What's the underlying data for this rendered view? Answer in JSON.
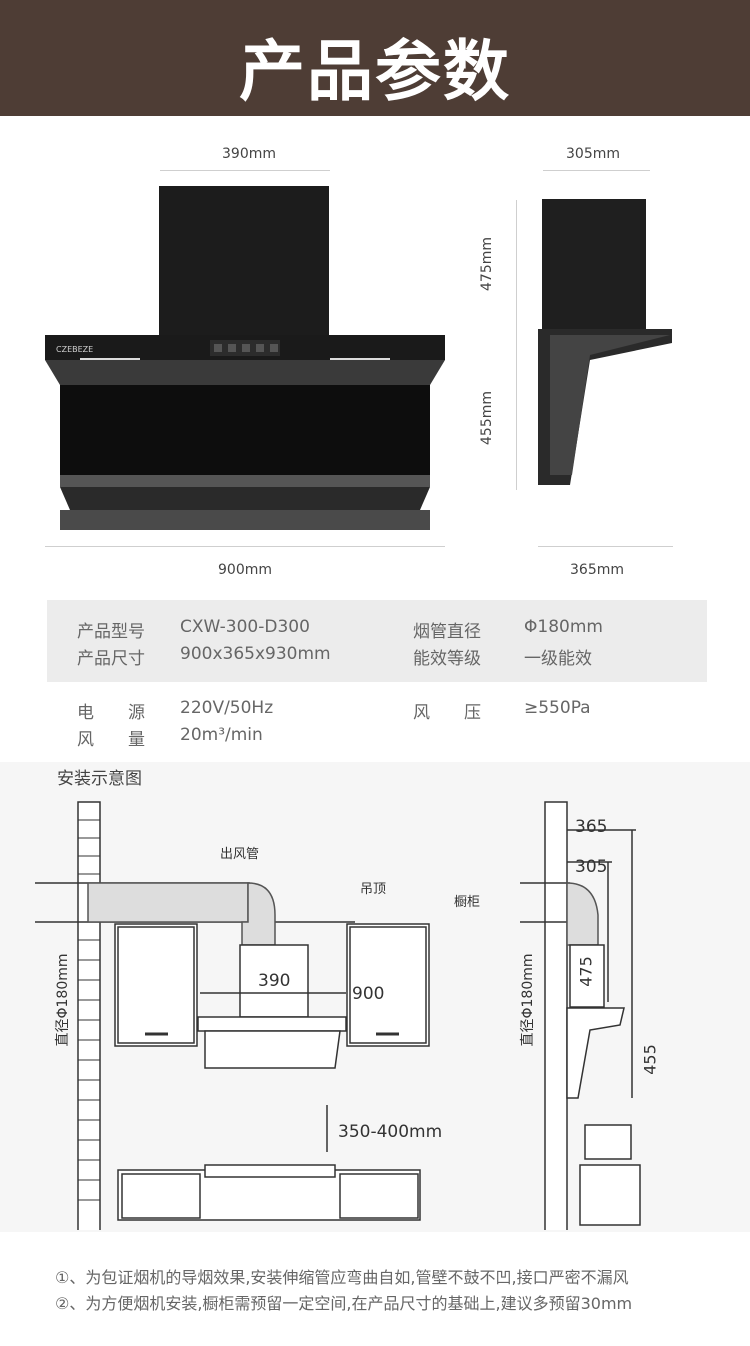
{
  "header": {
    "title": "产品参数"
  },
  "dimensions": {
    "front_width_top": "390mm",
    "front_width_bottom": "900mm",
    "side_depth_top": "305mm",
    "side_depth_bottom": "365mm",
    "height_upper": "475mm",
    "height_lower": "455mm"
  },
  "specs": [
    {
      "label": "产品型号",
      "value": "CXW-300-D300",
      "label2": "烟管直径",
      "value2": "Φ180mm"
    },
    {
      "label": "产品尺寸",
      "value": "900x365x930mm",
      "label2": "能效等级",
      "value2": "一级能效"
    },
    {
      "label": "电　　源",
      "value": "220V/50Hz",
      "label2": "风　　压",
      "value2": "≥550Pa"
    },
    {
      "label": "风　　量",
      "value": "20m³/min",
      "label2": "",
      "value2": ""
    }
  ],
  "install": {
    "title": "安装示意图",
    "labels": {
      "duct": "出风管",
      "ceiling": "吊顶",
      "cabinet": "橱柜",
      "pipe_diameter": "直径Φ180mm",
      "width_390": "390",
      "width_900": "900",
      "height_gap": "350-400mm",
      "side_365": "365",
      "side_305": "305",
      "side_475": "475",
      "side_455": "455"
    }
  },
  "notes": [
    "①、为包证烟机的导烟效果,安装伸缩管应弯曲自如,管壁不鼓不凹,接口严密不漏风",
    "②、为方便烟机安装,橱柜需预留一定空间,在产品尺寸的基础上,建议多预留30mm"
  ],
  "brand_logo_text": "CZEBEZE"
}
